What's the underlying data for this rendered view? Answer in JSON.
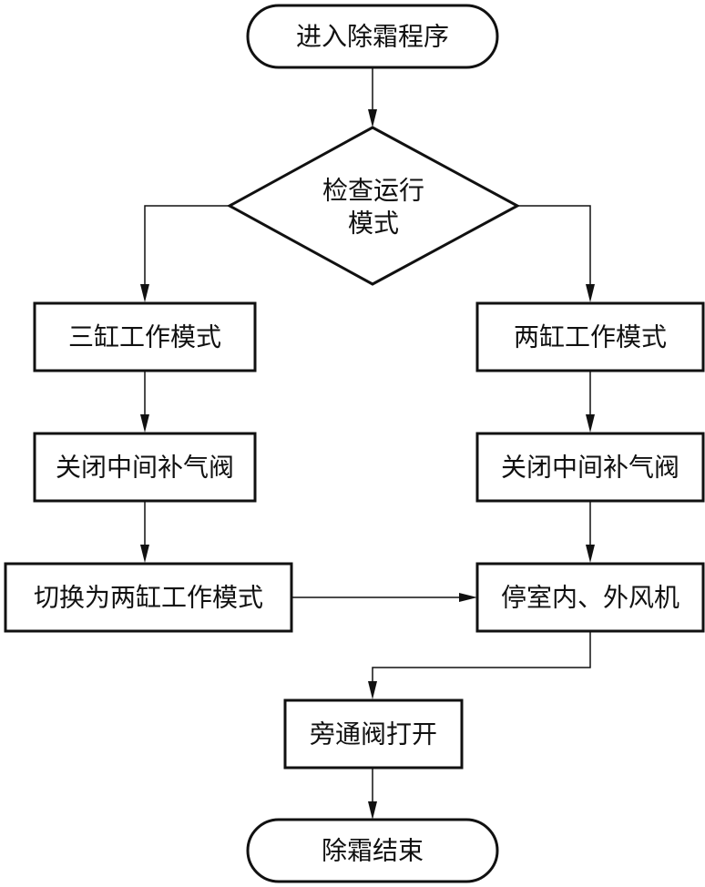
{
  "flowchart": {
    "start": "进入除霜程序",
    "decision_line1": "检查运行",
    "decision_line2": "模式",
    "left_mode": "三缸工作模式",
    "right_mode": "两缸工作模式",
    "left_close_valve": "关闭中间补气阀",
    "right_close_valve": "关闭中间补气阀",
    "switch_mode": "切换为两缸工作模式",
    "stop_fans": "停室内、外风机",
    "bypass_open": "旁通阀打开",
    "end": "除霜结束"
  }
}
